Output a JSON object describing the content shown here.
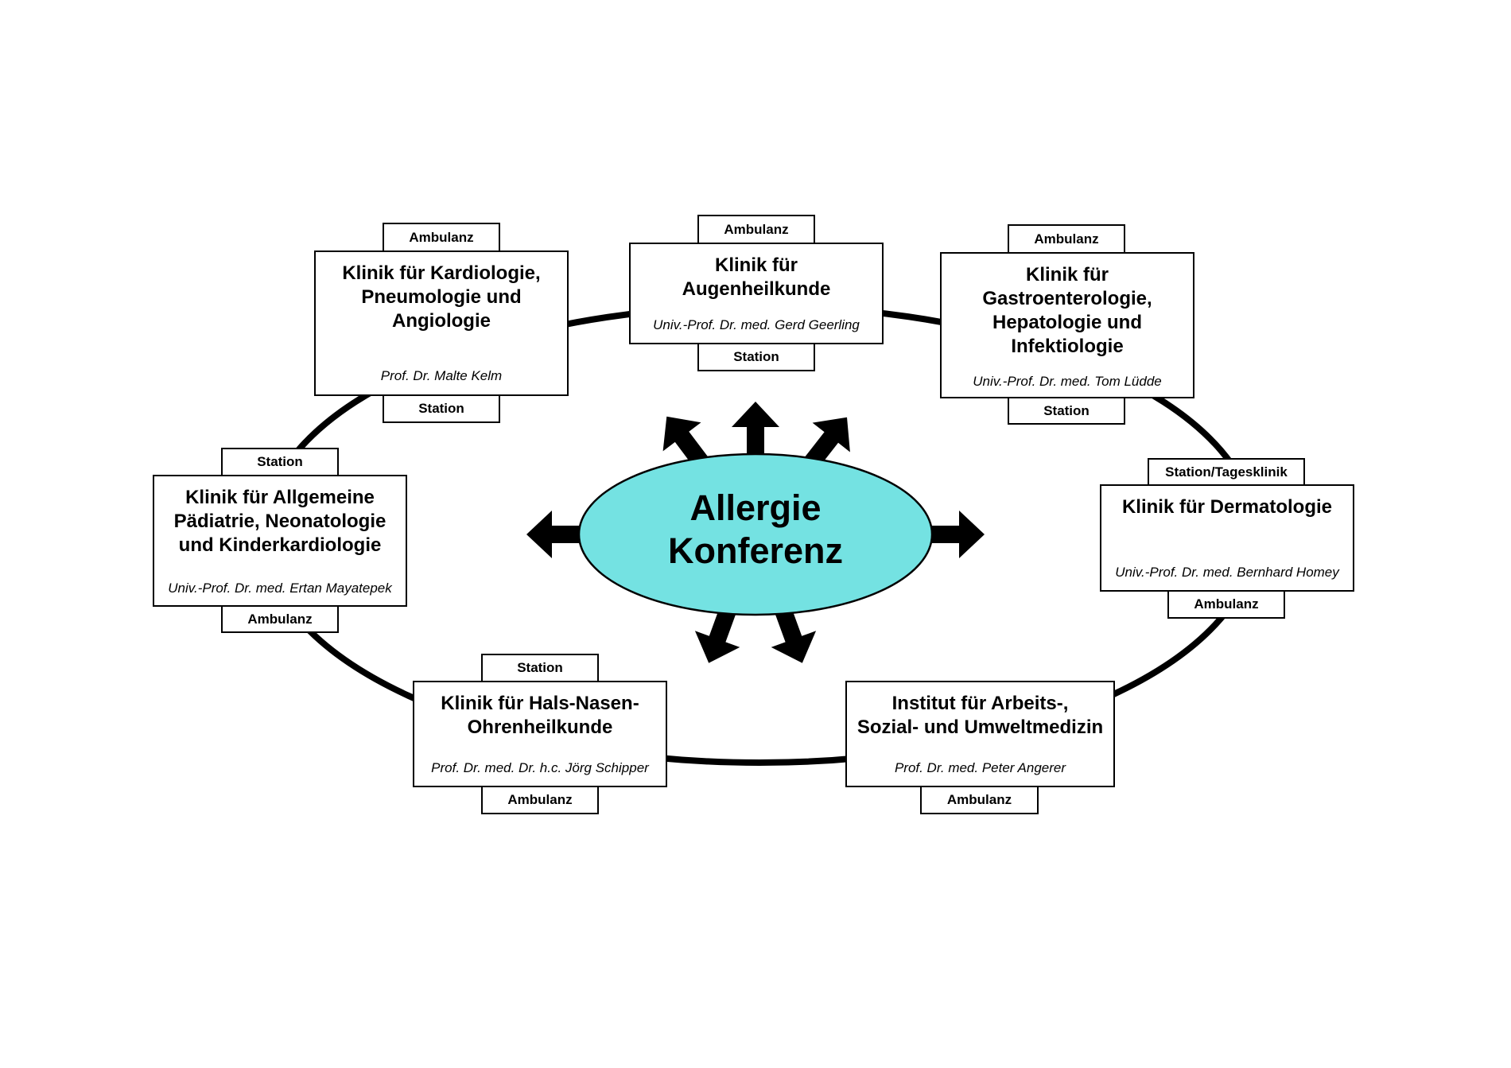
{
  "center": {
    "line1": "Allergie",
    "line2": "Konferenz",
    "fill_color": "#74E2E2"
  },
  "departments": [
    {
      "id": "kardiologie",
      "title": "Klinik für Kardiologie, Pneumologie und Angiologie",
      "title_lines": [
        "Klinik für Kardiologie,",
        "Pneumologie und",
        "Angiologie"
      ],
      "head": "Prof. Dr. Malte Kelm",
      "top_tab": "Ambulanz",
      "bottom_tab": "Station"
    },
    {
      "id": "augenheilkunde",
      "title": "Klinik für Augenheilkunde",
      "title_lines": [
        "Klinik für",
        "Augenheilkunde"
      ],
      "head": "Univ.-Prof. Dr. med. Gerd Geerling",
      "top_tab": "Ambulanz",
      "bottom_tab": "Station"
    },
    {
      "id": "gastroenterologie",
      "title": "Klinik für Gastroenterologie, Hepatologie und Infektiologie",
      "title_lines": [
        "Klinik für",
        "Gastroenterologie,",
        "Hepatologie und",
        "Infektiologie"
      ],
      "head": "Univ.-Prof. Dr. med. Tom Lüdde",
      "top_tab": "Ambulanz",
      "bottom_tab": "Station"
    },
    {
      "id": "paediatrie",
      "title": "Klinik für Allgemeine Pädiatrie, Neonatologie und Kinderkardiologie",
      "title_lines": [
        "Klinik für Allgemeine",
        "Pädiatrie, Neonatologie",
        "und Kinderkardiologie"
      ],
      "head": "Univ.-Prof. Dr. med. Ertan Mayatepek",
      "top_tab": "Station",
      "bottom_tab": "Ambulanz"
    },
    {
      "id": "dermatologie",
      "title": "Klinik für Dermatologie",
      "title_lines": [
        "Klinik für Dermatologie"
      ],
      "head": "Univ.-Prof. Dr. med. Bernhard Homey",
      "top_tab": "Station/Tagesklinik",
      "bottom_tab": "Ambulanz"
    },
    {
      "id": "hno",
      "title": "Klinik für Hals-Nasen-Ohrenheilkunde",
      "title_lines": [
        "Klinik für Hals-Nasen-",
        "Ohrenheilkunde"
      ],
      "head": "Prof. Dr. med. Dr. h.c. Jörg Schipper",
      "top_tab": "Station",
      "bottom_tab": "Ambulanz"
    },
    {
      "id": "arbeitsmedizin",
      "title": "Institut für Arbeits-, Sozial- und Umweltmedizin",
      "title_lines": [
        "Institut für Arbeits-,",
        "Sozial- und Umweltmedizin"
      ],
      "head": "Prof. Dr. med. Peter Angerer",
      "top_tab": null,
      "bottom_tab": "Ambulanz"
    }
  ],
  "arrow_count": 7
}
